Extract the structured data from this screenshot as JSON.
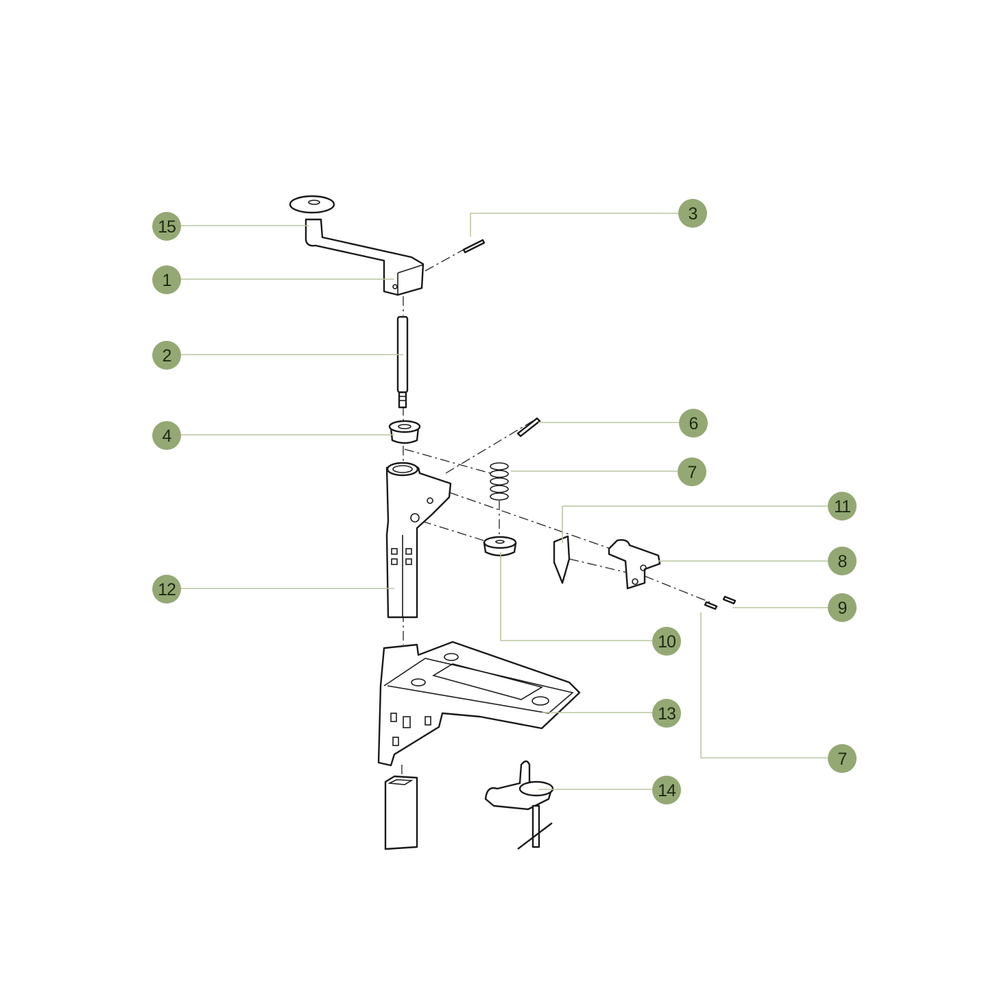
{
  "colors": {
    "callout_fill": "#94a874",
    "leader_line": "#b9c6a0",
    "drawing": "#1a1a1a"
  },
  "callouts": {
    "c15": "15",
    "c1": "1",
    "c2": "2",
    "c4": "4",
    "c12": "12",
    "c3": "3",
    "c6": "6",
    "c7a": "7",
    "c11": "11",
    "c8": "8",
    "c9": "9",
    "c10": "10",
    "c13": "13",
    "c7b": "7",
    "c14": "14"
  }
}
